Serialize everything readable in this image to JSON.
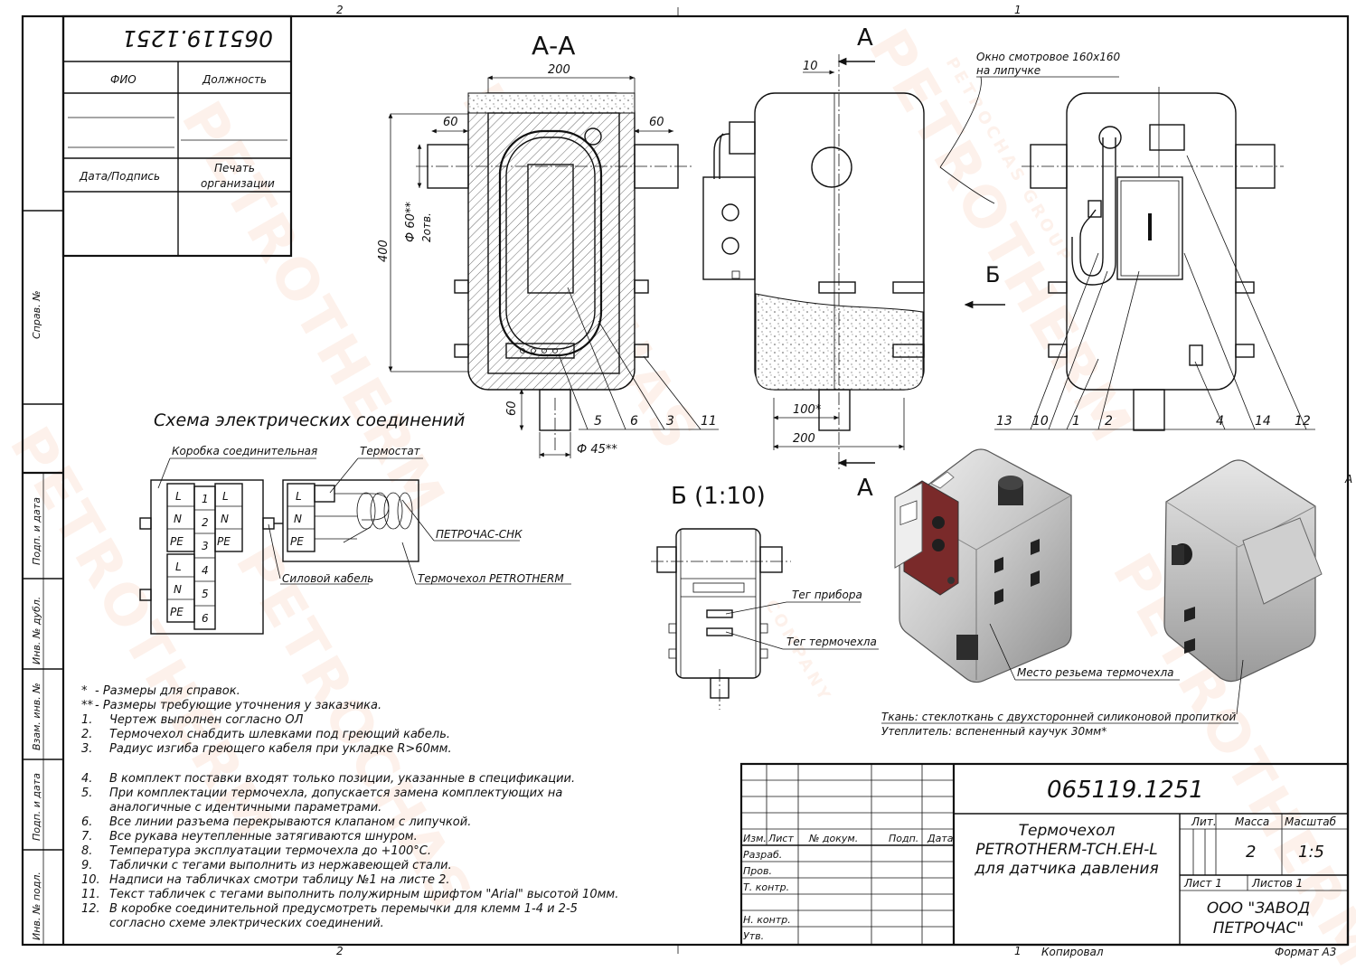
{
  "drawing": {
    "designation": "065119.1251",
    "designation_top": "065119.1251",
    "zone_top": [
      "2",
      "1"
    ],
    "zone_bottom": [
      "2",
      "1"
    ],
    "zone_right": "А",
    "section_label": "А-А",
    "view_label": "Б (1:10)",
    "view_arrow": "Б",
    "cut_letter_top": "А",
    "cut_letter_bottom": "А"
  },
  "approval": {
    "fio": "ФИО",
    "position": "Должность",
    "date_sign": "Дата/Подпись",
    "stamp": [
      "Печать",
      "организации"
    ]
  },
  "margin_labels": [
    "Справ. №",
    "Подп. и дата",
    "Инв. № дубл.",
    "Взам. инв. №",
    "Подп. и дата",
    "Инв. № подл."
  ],
  "dimensions": {
    "d200_top": "200",
    "d60_left": "60",
    "d60_right": "60",
    "d400": "400",
    "dia60": "Ф 60**",
    "dia60_note": "2отв.",
    "d60_bottom": "60",
    "dia45": "Ф 45**",
    "d10": "10",
    "d100": "100*",
    "d200_side": "200"
  },
  "callouts": {
    "window": [
      "Окно смотровое 160х160",
      "на липучке"
    ],
    "section_numbers": [
      "5",
      "6",
      "3",
      "11"
    ],
    "back_numbers": [
      "13",
      "10",
      "1",
      "2",
      "4",
      "14",
      "12"
    ]
  },
  "scheme": {
    "title": "Схема электрических соединений",
    "box": "Коробка соединительная",
    "thermostat": "Термостат",
    "cable_brand": "ПЕТРОЧАС-СНК",
    "power_cable": "Силовой кабель",
    "cover": "Термочехол PETROTHERM",
    "left_terms_a": [
      "L",
      "N",
      "PE"
    ],
    "left_terms_b": [
      "L",
      "N",
      "PE"
    ],
    "terminals": [
      "1",
      "2",
      "3",
      "4",
      "5",
      "6"
    ],
    "right_terms": [
      "L",
      "N",
      "PE"
    ],
    "thermo_terms": [
      "L",
      "N",
      "PE"
    ]
  },
  "view_b": {
    "tag_device": "Тег прибора",
    "tag_cover": "Тег термочехла"
  },
  "iso": {
    "joint": "Место резьема термочехла",
    "fabric": "Ткань: стеклоткань с двухсторонней силиконовой пропиткой",
    "insulation": "Утеплитель: вспененный каучук 30мм*"
  },
  "notes": [
    {
      "n": "*",
      "t": " - Размеры для справок."
    },
    {
      "n": "**",
      "t": " - Размеры требующие уточнения у заказчика."
    },
    {
      "n": "1.",
      "t": "Чертеж выполнен согласно ОЛ"
    },
    {
      "n": "2.",
      "t": "Термочехол снабдить шлевками под греющий кабель."
    },
    {
      "n": "3.",
      "t": "Радиус изгиба греющего кабеля при укладке R>60мм."
    },
    {
      "n": "4.",
      "t": "В комплект поставки входят только позиции, указанные в спецификации."
    },
    {
      "n": "5.",
      "t": "При комплектации термочехла, допускается замена комплектующих на"
    },
    {
      "n": "",
      "t": "аналогичные с идентичными параметрами."
    },
    {
      "n": "6.",
      "t": "Все линии разъема перекрываются клапаном с липучкой."
    },
    {
      "n": "7.",
      "t": "Все рукава неутепленные затягиваются шнуром."
    },
    {
      "n": "8.",
      "t": "Температура эксплуатации термочехла до +100°С."
    },
    {
      "n": "9.",
      "t": "Таблички с тегами выполнить из нержавеющей стали."
    },
    {
      "n": "10.",
      "t": "Надписи на табличках смотри таблицу №1 на листе 2."
    },
    {
      "n": "11.",
      "t": "Текст табличек с тегами выполнить полужирным шрифтом \"Arial\" высотой 10мм."
    },
    {
      "n": "12.",
      "t": "В коробке соединительной предусмотреть перемычки для клемм 1-4 и 2-5"
    },
    {
      "n": "",
      "t": "согласно схеме электрических соединений."
    }
  ],
  "title_block": {
    "designation": "065119.1251",
    "title": [
      "Термочехол",
      "PETROTHERM-TCH.EH-L",
      "для датчика давления"
    ],
    "headers": [
      "Изм.",
      "Лист",
      "№ докум.",
      "Подп.",
      "Дата"
    ],
    "roles": [
      "Разраб.",
      "Пров.",
      "Т. контр.",
      "Н. контр.",
      "Утв."
    ],
    "lit": "Лит.",
    "mass_label": "Масса",
    "scale_label": "Масштаб",
    "mass": "2",
    "scale": "1:5",
    "sheet": "Лист 1",
    "sheets": "Листов 1",
    "company": [
      "ООО \"ЗАВОД",
      "ПЕТРОЧАС\""
    ],
    "copied": "Копировал",
    "format": "Формат A3"
  },
  "watermark": [
    "PETROTHERM",
    "PETROCHAS GROUP",
    "PETROCHAS",
    "COMPANY"
  ]
}
